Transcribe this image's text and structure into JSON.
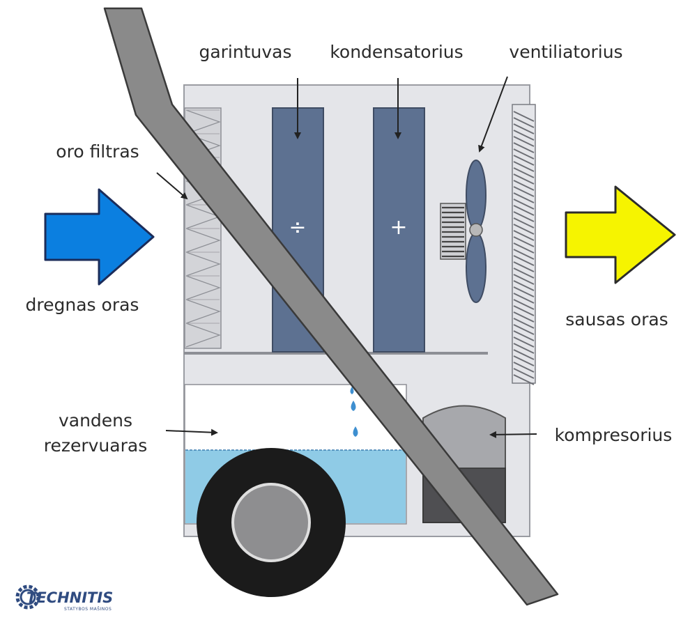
{
  "labels": {
    "evaporator": "garintuvas",
    "condenser": "kondensatorius",
    "fan": "ventiliatorius",
    "air_filter": "oro filtras",
    "humid_air": "dregnas oras",
    "dry_air": "sausas oras",
    "tank_line1": "vandens",
    "tank_line2": "rezervuaras",
    "compressor": "kompresorius",
    "evaporator_symbol": "÷",
    "condenser_symbol": "+"
  },
  "logo": {
    "name": "TECHNITIS",
    "subtitle": "STATYBOS MAŠINOS"
  },
  "colors": {
    "humid_arrow": "#0b7fe0",
    "dry_arrow": "#f6f400",
    "coil": "#5d7191",
    "housing": "#e4e5e9",
    "water": "#8fcbe6",
    "wheel": "#1b1b1b",
    "handle": "#8a8a8a"
  },
  "icons": [
    "gear-icon",
    "grille",
    "fan-blades"
  ]
}
